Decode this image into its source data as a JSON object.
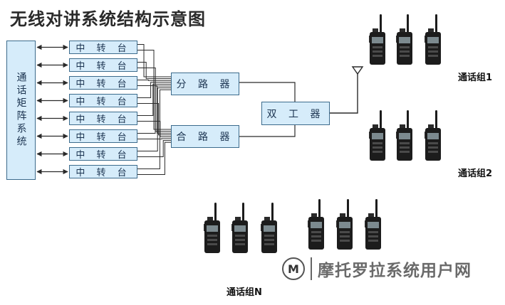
{
  "title": "无线对讲系统结构示意图",
  "matrix_label": "通话矩阵系统",
  "relay_label": "中 转 台",
  "relay_count": 8,
  "splitter_label": "分 路 器",
  "combiner_label": "合 路 器",
  "duplexer_label": "双 工 器",
  "groups": [
    {
      "label": "通话组1"
    },
    {
      "label": "通话组2"
    },
    {
      "label": "通话组N"
    }
  ],
  "watermark": {
    "logo": "M",
    "text": "摩托罗拉系统用户网"
  },
  "colors": {
    "box_fill": "#d6ecfa",
    "box_border": "#3c6b8c",
    "line": "#2a2a2a",
    "radio": "#1c1c1c"
  }
}
